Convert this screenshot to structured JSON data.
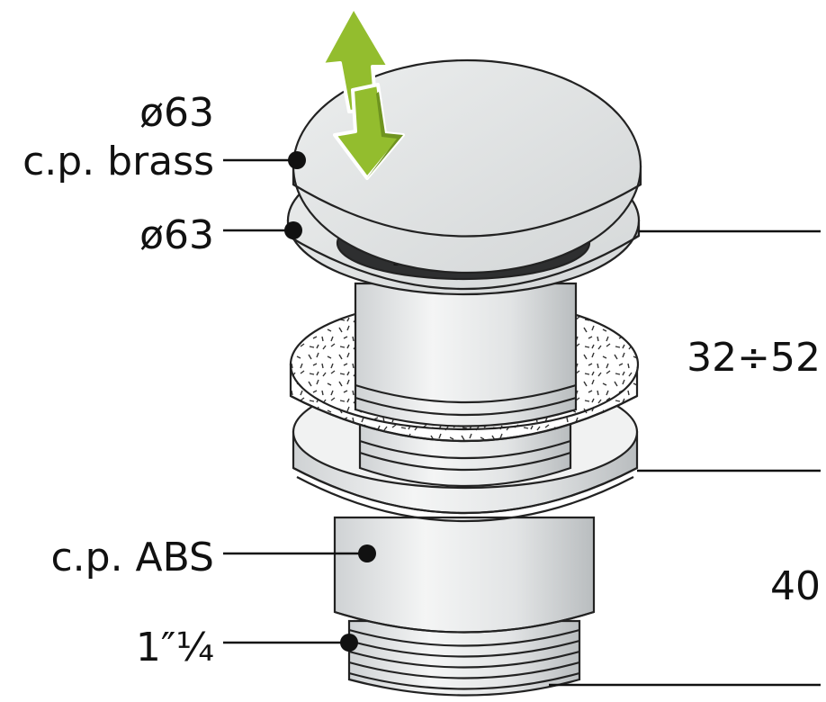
{
  "labels": {
    "cap_diameter": "ø63",
    "cap_material": "c.p. brass",
    "flange_diameter": "ø63",
    "body_material": "c.p. ABS",
    "thread": "1″¼"
  },
  "dimensions": {
    "adjust_range": "32÷52",
    "lower_height": "40"
  },
  "icons": {
    "arrow": "up-down-arrow-icon"
  },
  "colors": {
    "arrow_green": "#93bd2e",
    "arrow_dark": "#6f9420",
    "chrome": "#dcdedf",
    "ink": "#111111"
  }
}
